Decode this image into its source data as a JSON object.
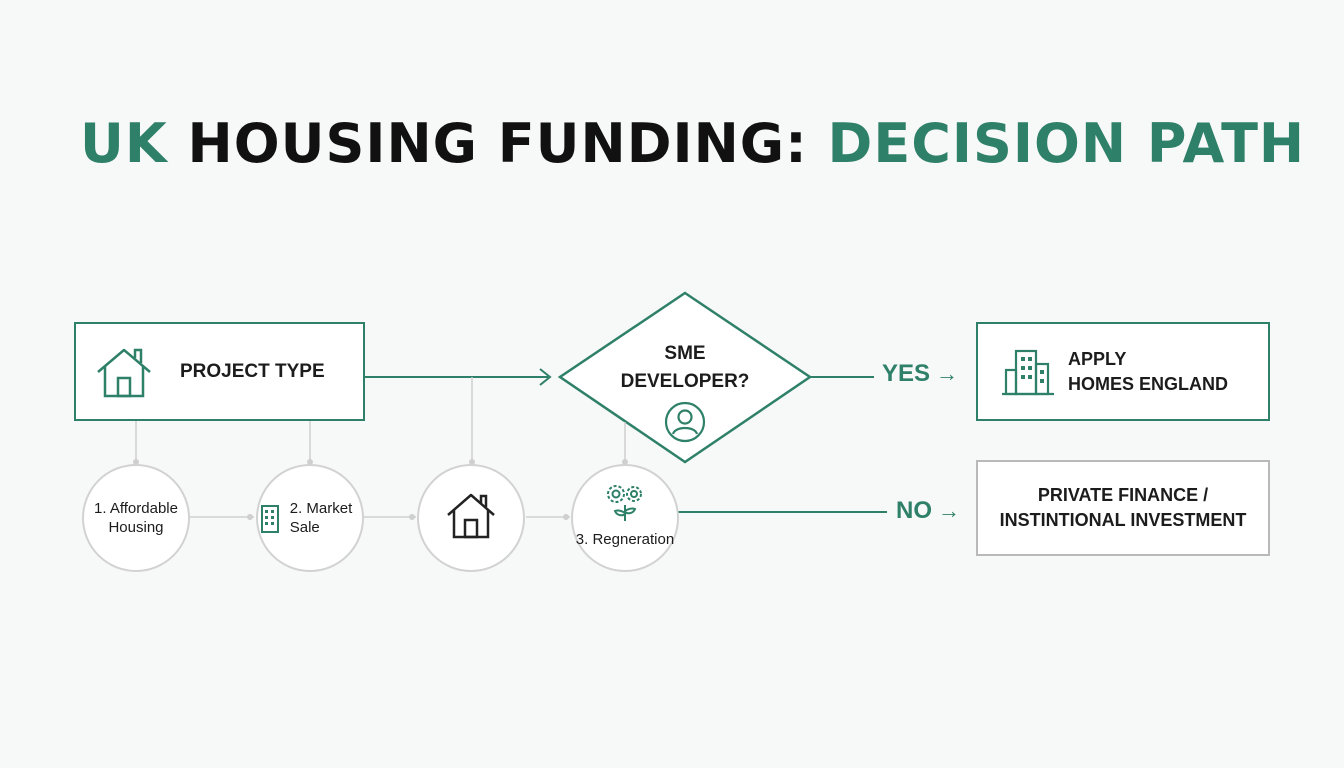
{
  "title": {
    "part1": "UK",
    "part2": "HOUSING FUNDING:",
    "part3": "DECISION PATH"
  },
  "nodes": {
    "project_type": "PROJECT TYPE",
    "decision_line1": "SME",
    "decision_line2": "DEVELOPER?",
    "apply_line1": "APPLY",
    "apply_line2": "HOMES ENGLAND",
    "private_line1": "PRIVATE FINANCE /",
    "private_line2": "INSTINTIONAL INVESTMENT"
  },
  "branches": {
    "yes": "YES",
    "no": "NO",
    "arrow": "→"
  },
  "options": [
    {
      "line1": "1. Affordable",
      "line2": "Housing"
    },
    {
      "line1": "2. Market",
      "line2": "Sale"
    },
    {
      "line1": "",
      "line2": ""
    },
    {
      "line1": "3. Regneration",
      "line2": ""
    }
  ],
  "colors": {
    "accent": "#2e8068",
    "dark": "#111111",
    "muted": "#b9b9b9"
  },
  "icons": [
    "house-icon",
    "building-icon",
    "house-outline-icon",
    "gears-plant-icon",
    "user-icon",
    "apartment-building-icon"
  ]
}
